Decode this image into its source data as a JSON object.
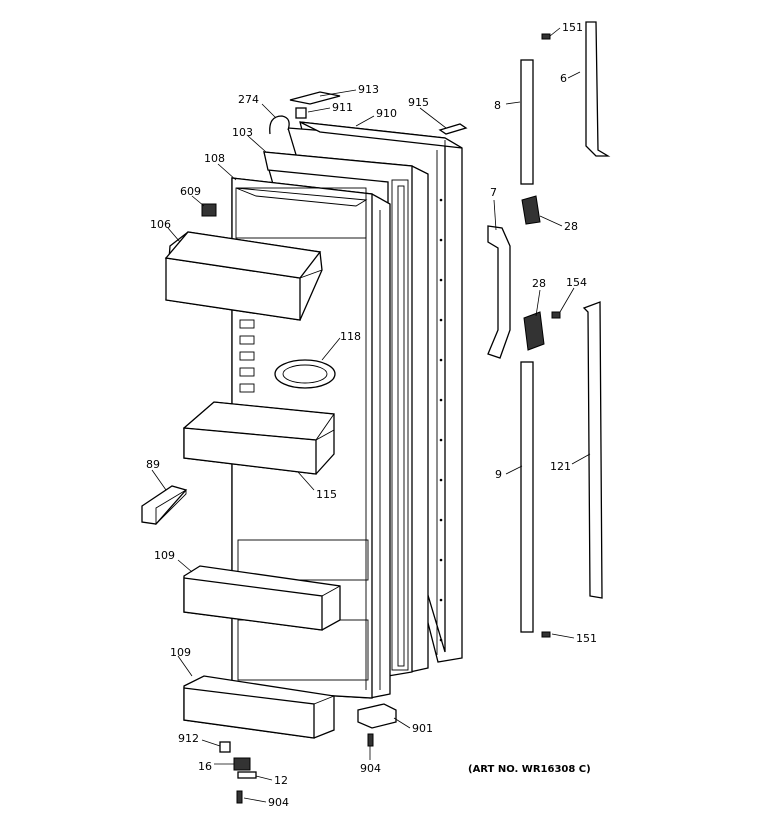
{
  "parts": {
    "p151a": "151",
    "p6": "6",
    "p8": "8",
    "p913": "913",
    "p274": "274",
    "p911": "911",
    "p910": "910",
    "p915": "915",
    "p103": "103",
    "p108": "108",
    "p609": "609",
    "p106": "106",
    "p7": "7",
    "p28a": "28",
    "p28b": "28",
    "p154": "154",
    "p118": "118",
    "p89": "89",
    "p115": "115",
    "p9": "9",
    "p121": "121",
    "p109a": "109",
    "p109b": "109",
    "p151b": "151",
    "p901": "901",
    "p912": "912",
    "p16": "16",
    "p12": "12",
    "p904a": "904",
    "p904b": "904"
  },
  "art_number": "(ART NO. WR16308 C)"
}
